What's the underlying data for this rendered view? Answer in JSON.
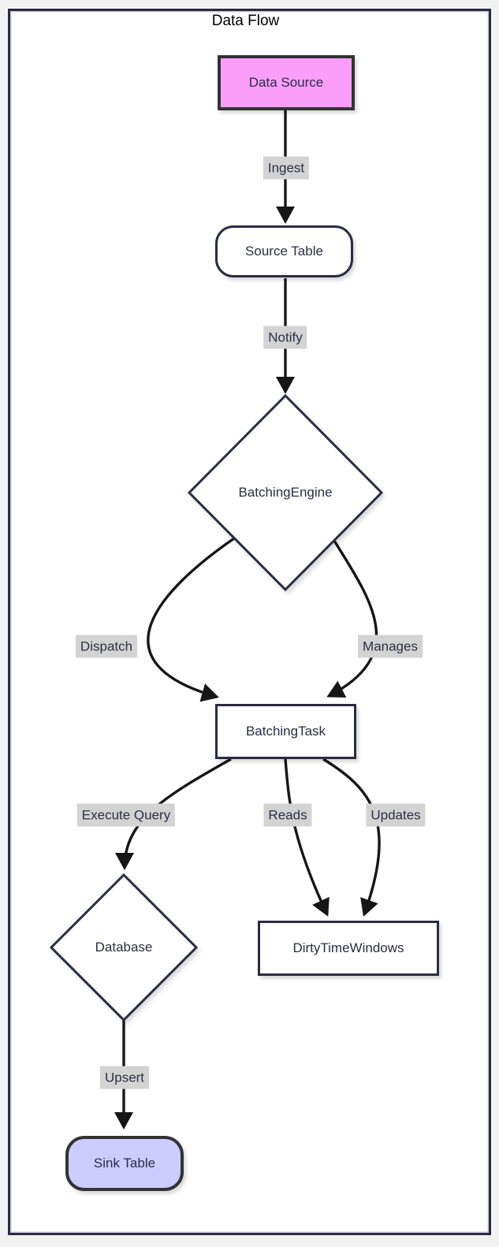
{
  "diagram": {
    "title": "Data Flow",
    "type": "flowchart",
    "direction": "top-down",
    "nodes": [
      {
        "id": "data_source",
        "label": "Data Source",
        "shape": "rectangle",
        "fill": "#fa9efa",
        "border": "#333333"
      },
      {
        "id": "source_table",
        "label": "Source Table",
        "shape": "rounded",
        "fill": "#ffffff",
        "border": "#2b2b44"
      },
      {
        "id": "batching_engine",
        "label": "BatchingEngine",
        "shape": "diamond",
        "fill": "#ffffff",
        "border": "#2b2b44"
      },
      {
        "id": "batching_task",
        "label": "BatchingTask",
        "shape": "rectangle",
        "fill": "#ffffff",
        "border": "#2b2b44"
      },
      {
        "id": "database",
        "label": "Database",
        "shape": "diamond",
        "fill": "#ffffff",
        "border": "#2b2b44"
      },
      {
        "id": "dirty_time_windows",
        "label": "DirtyTimeWindows",
        "shape": "rectangle",
        "fill": "#ffffff",
        "border": "#2b2b44"
      },
      {
        "id": "sink_table",
        "label": "Sink Table",
        "shape": "rounded",
        "fill": "#ccccff",
        "border": "#333333"
      }
    ],
    "edges": [
      {
        "from": "Data Source",
        "to": "Source Table",
        "label": "Ingest"
      },
      {
        "from": "Source Table",
        "to": "BatchingEngine",
        "label": "Notify"
      },
      {
        "from": "BatchingEngine",
        "to": "BatchingTask",
        "label": "Dispatch"
      },
      {
        "from": "BatchingEngine",
        "to": "BatchingTask",
        "label": "Manages"
      },
      {
        "from": "BatchingTask",
        "to": "Database",
        "label": "Execute Query"
      },
      {
        "from": "BatchingTask",
        "to": "DirtyTimeWindows",
        "label": "Reads"
      },
      {
        "from": "BatchingTask",
        "to": "DirtyTimeWindows",
        "label": "Updates"
      },
      {
        "from": "Database",
        "to": "Sink Table",
        "label": "Upsert"
      }
    ],
    "colors": {
      "node-fill-pink": "#fa9efa",
      "node-fill-lavender": "#ccccff",
      "node-fill-default": "#ffffff",
      "node-border": "#2b2b44",
      "node-border-accent": "#333333",
      "node-text": "#2b2b44",
      "edge-line": "#161616",
      "edge-label-bg": "#d3d3d3",
      "edge-label-text": "#2f2f45",
      "frame-border": "#2b2b44",
      "title-text": "#000000",
      "page-bg": "#f2f2f2",
      "canvas-bg": "#ffffff"
    }
  }
}
